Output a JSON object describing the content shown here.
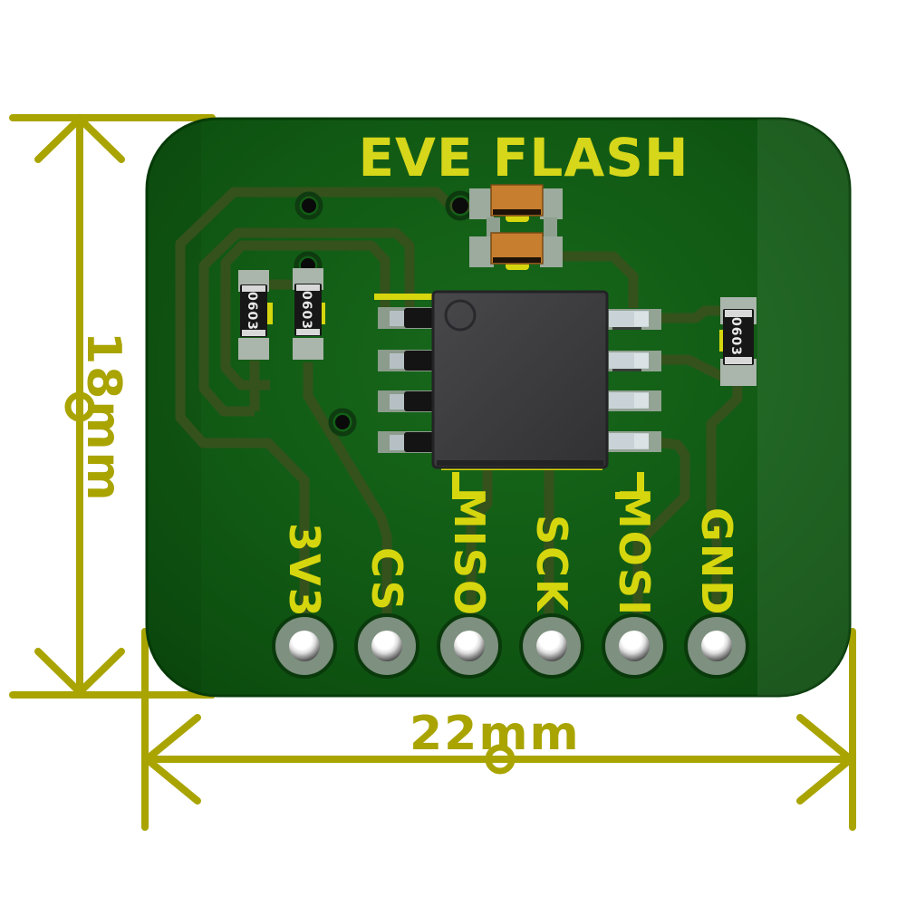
{
  "board": {
    "title": "EVE FLASH",
    "pins": [
      "3V3",
      "CS",
      "MISO",
      "SCK",
      "MOSI",
      "GND"
    ],
    "components": {
      "resistor_markings": [
        "0603",
        "0603",
        "0603"
      ]
    }
  },
  "dimensions": {
    "height_label": "18mm",
    "width_label": "22mm"
  },
  "colors": {
    "background": "#ffffff",
    "board_green": "#115a14",
    "board_green_light": "#1b6b1d",
    "trace_green": "#35521c",
    "silkscreen_yellow": "#d6d60e",
    "dimension_olive": "#a9a400",
    "pad_gray": "#7e907f",
    "smd_pad_gray": "#9cab9e",
    "lead_silver": "#c9d3d7",
    "lead_black": "#141414",
    "capacitor_orange": "#c77e2e",
    "chip_gray": "#3a3a3d",
    "hole_white": "#ffffff"
  }
}
